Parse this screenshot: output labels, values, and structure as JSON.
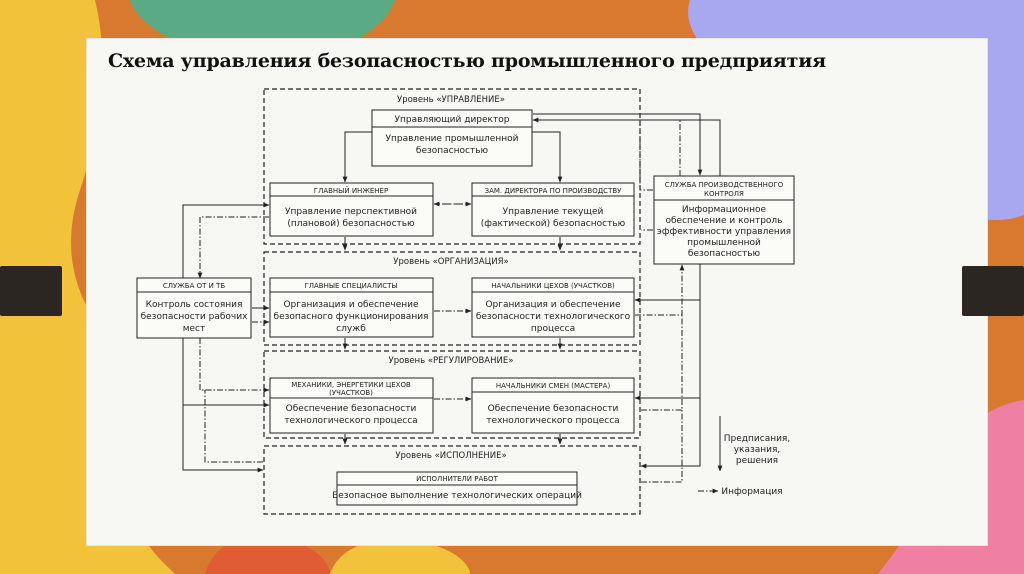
{
  "slide": {
    "title": "Схема управления безопасностью промышленного предприятия",
    "colors": {
      "background": "#d9782f",
      "board": "#f7f7f3",
      "green": "#5aaa85",
      "yellow": "#f2c23a",
      "lavender": "#a8a8f0",
      "pink": "#ef7fa3",
      "coral": "#e05c35",
      "dark": "#2b2622"
    }
  },
  "diagram": {
    "levels": {
      "management": "Уровень «УПРАВЛЕНИЕ»",
      "organization": "Уровень «ОРГАНИЗАЦИЯ»",
      "regulation": "Уровень «РЕГУЛИРОВАНИЕ»",
      "execution": "Уровень «ИСПОЛНЕНИЕ»"
    },
    "director": {
      "header": "Управляющий директор",
      "body": [
        "Управление промышленной",
        "безопасностью"
      ]
    },
    "chief_engineer": {
      "header": "ГЛАВНЫЙ ИНЖЕНЕР",
      "body": [
        "Управление перспективной",
        "(плановой) безопасностью"
      ]
    },
    "deputy_director": {
      "header": "ЗАМ. ДИРЕКТОРА ПО ПРОИЗВОДСТВУ",
      "body": [
        "Управление текущей",
        "(фактической) безопасностью"
      ]
    },
    "production_control": {
      "header": [
        "СЛУЖБА ПРОИЗВОДСТВЕННОГО",
        "КОНТРОЛЯ"
      ],
      "body": [
        "Информационное",
        "обеспечение и контроль",
        "эффективности управления",
        "промышленной",
        "безопасностью"
      ]
    },
    "ot_service": {
      "header": "СЛУЖБА ОТ И ТБ",
      "body": [
        "Контроль состояния",
        "безопасности рабочих",
        "мест"
      ]
    },
    "chief_specialists": {
      "header": "ГЛАВНЫЕ СПЕЦИАЛИСТЫ",
      "body": [
        "Организация и обеспечение",
        "безопасного функционирования",
        "служб"
      ]
    },
    "shop_heads": {
      "header": "НАЧАЛЬНИКИ ЦЕХОВ (УЧАСТКОВ)",
      "body": [
        "Организация и обеспечение",
        "безопасности технологического",
        "процесса"
      ]
    },
    "mechanics": {
      "header": [
        "МЕХАНИКИ, ЭНЕРГЕТИКИ ЦЕХОВ",
        "(УЧАСТКОВ)"
      ],
      "body": [
        "Обеспечение безопасности",
        "технологического процесса"
      ]
    },
    "shift_heads": {
      "header": "НАЧАЛЬНИКИ СМЕН (МАСТЕРА)",
      "body": [
        "Обеспечение безопасности",
        "технологического процесса"
      ]
    },
    "workers": {
      "header": "ИСПОЛНИТЕЛИ РАБОТ",
      "body": "Безопасное выполнение технологических операций"
    },
    "legend": {
      "solid": [
        "Предписания,",
        "указания,",
        "решения"
      ],
      "dashdot": "Информация"
    }
  }
}
